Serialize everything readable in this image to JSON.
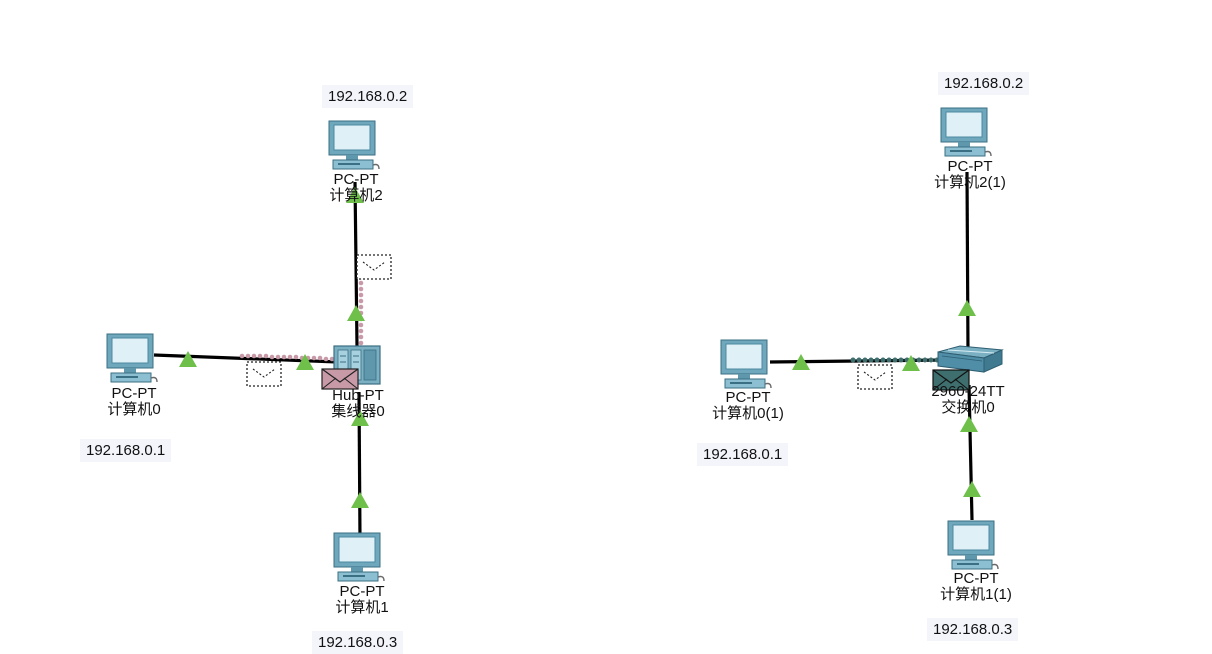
{
  "networks": [
    {
      "center": {
        "model": "Hub-PT",
        "name": "集线器0"
      },
      "pcs": [
        {
          "model": "PC-PT",
          "name": "计算机2",
          "ip": "192.168.0.2"
        },
        {
          "model": "PC-PT",
          "name": "计算机0",
          "ip": "192.168.0.1"
        },
        {
          "model": "PC-PT",
          "name": "计算机1",
          "ip": "192.168.0.3"
        }
      ]
    },
    {
      "center": {
        "model": "2960-24TT",
        "name": "交换机0"
      },
      "pcs": [
        {
          "model": "PC-PT",
          "name": "计算机2(1)",
          "ip": "192.168.0.2"
        },
        {
          "model": "PC-PT",
          "name": "计算机0(1)",
          "ip": "192.168.0.1"
        },
        {
          "model": "PC-PT",
          "name": "计算机1(1)",
          "ip": "192.168.0.3"
        }
      ]
    }
  ],
  "colors": {
    "link": "#000000",
    "link_up_arrow": "#6ec04a",
    "pc_body": "#6fa7bd",
    "pc_screen": "#d9ecf3",
    "hub_pdu": "#c89aa8",
    "switch_pdu": "#3f6e6e",
    "label_bg": "#f3f5fb"
  }
}
